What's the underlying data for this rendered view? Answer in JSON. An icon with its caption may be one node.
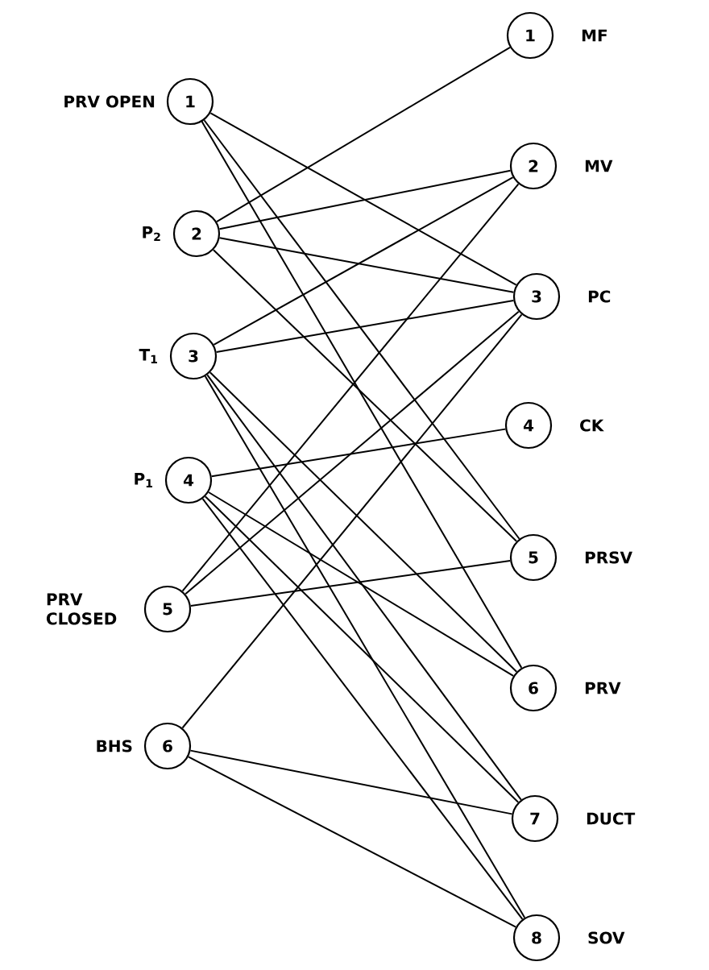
{
  "diagram": {
    "nodes": [
      {
        "text": [
          "1"
        ],
        "beside": [
          "PRV OPEN"
        ]
      },
      {
        "text": [
          "2"
        ],
        "beside": [
          "P$_{2}$"
        ]
      },
      {
        "text": [
          "3"
        ],
        "beside": [
          "T$_{1}$"
        ]
      },
      {
        "text": [
          "4"
        ],
        "beside": [
          "P$_{1}$"
        ]
      },
      {
        "text": [
          "5"
        ],
        "beside": [
          "PRV CLOSED"
        ]
      },
      {
        "text": [
          "6"
        ],
        "beside": [
          "BHS"
        ]
      },
      {
        "text": [
          "1"
        ],
        "beside": [
          "MF"
        ]
      },
      {
        "text": [
          "2"
        ],
        "beside": [
          "MV"
        ]
      },
      {
        "text": [
          "3"
        ],
        "beside": [
          "PC"
        ]
      },
      {
        "text": [
          "4"
        ],
        "beside": [
          "CK"
        ]
      },
      {
        "text": [
          "5"
        ],
        "beside": [
          "PRSV"
        ]
      },
      {
        "text": [
          "6"
        ],
        "beside": [
          "PRV"
        ]
      },
      {
        "text": [
          "7"
        ],
        "beside": [
          "DUCT"
        ]
      },
      {
        "text": [
          "8"
        ],
        "beside": [
          "SOV"
        ]
      }
    ],
    "edges": [
      {
        "from": 0,
        "to": 8,
        "arrow": "none"
      },
      {
        "from": 0,
        "to": 10,
        "arrow": "none"
      },
      {
        "from": 0,
        "to": 11,
        "arrow": "none"
      },
      {
        "from": 1,
        "to": 6,
        "arrow": "none"
      },
      {
        "from": 1,
        "to": 7,
        "arrow": "none"
      },
      {
        "from": 1,
        "to": 8,
        "arrow": "none"
      },
      {
        "from": 1,
        "to": 10,
        "arrow": "none"
      },
      {
        "from": 2,
        "to": 7,
        "arrow": "none"
      },
      {
        "from": 2,
        "to": 8,
        "arrow": "none"
      },
      {
        "from": 2,
        "to": 11,
        "arrow": "none"
      },
      {
        "from": 2,
        "to": 12,
        "arrow": "none"
      },
      {
        "from": 2,
        "to": 13,
        "arrow": "none"
      },
      {
        "from": 3,
        "to": 9,
        "arrow": "none"
      },
      {
        "from": 3,
        "to": 11,
        "arrow": "none"
      },
      {
        "from": 3,
        "to": 12,
        "arrow": "none"
      },
      {
        "from": 3,
        "to": 13,
        "arrow": "none"
      },
      {
        "from": 4,
        "to": 7,
        "arrow": "none"
      },
      {
        "from": 4,
        "to": 8,
        "arrow": "none"
      },
      {
        "from": 4,
        "to": 10,
        "arrow": "none"
      },
      {
        "from": 5,
        "to": 8,
        "arrow": "none"
      },
      {
        "from": 5,
        "to": 12,
        "arrow": "none"
      },
      {
        "from": 5,
        "to": 13,
        "arrow": "none"
      }
    ]
  }
}
